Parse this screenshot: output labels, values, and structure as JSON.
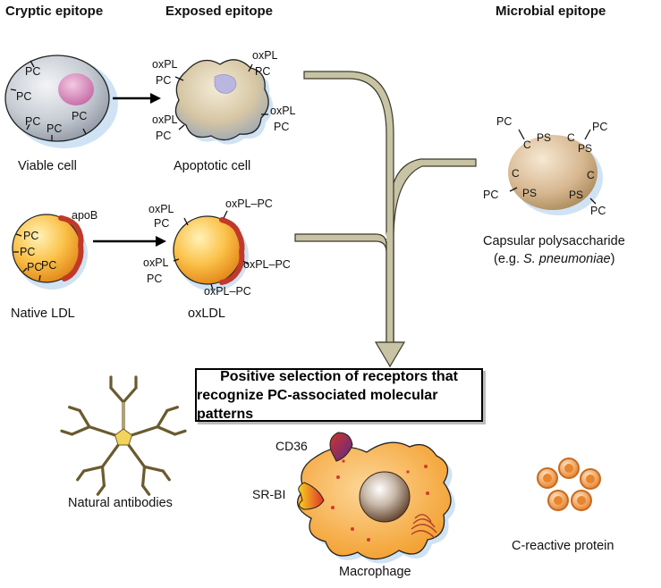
{
  "headers": {
    "cryptic": "Cryptic epitope",
    "exposed": "Exposed epitope",
    "microbial": "Microbial epitope"
  },
  "labels": {
    "pc": "PC",
    "oxpl": "oxPL",
    "oxpl_pc": "oxPL–PC",
    "apob": "apoB",
    "c": "C",
    "ps": "PS",
    "viable_cell": "Viable cell",
    "apoptotic_cell": "Apoptotic cell",
    "native_ldl": "Native LDL",
    "oxldl": "oxLDL",
    "capsular_line1": "Capsular polysaccharide",
    "capsular_line2_prefix": "(e.g. ",
    "capsular_line2_italic": "S. pneumoniae",
    "capsular_line2_suffix": ")",
    "natural_antibodies": "Natural antibodies",
    "macrophage": "Macrophage",
    "c_reactive_protein": "C-reactive protein",
    "cd36": "CD36",
    "sr_bi": "SR-BI"
  },
  "selection_box": {
    "line1": "Positive selection of receptors that",
    "line2": "recognize PC-associated molecular patterns"
  },
  "colors": {
    "channel": "#c8c3a4",
    "channel_stroke": "#3a3a2a",
    "ldl_orange": "#f4a21e",
    "apob_red": "#c0392b",
    "macrophage": "#f5a32a",
    "crp_ring": "#e8852a"
  }
}
